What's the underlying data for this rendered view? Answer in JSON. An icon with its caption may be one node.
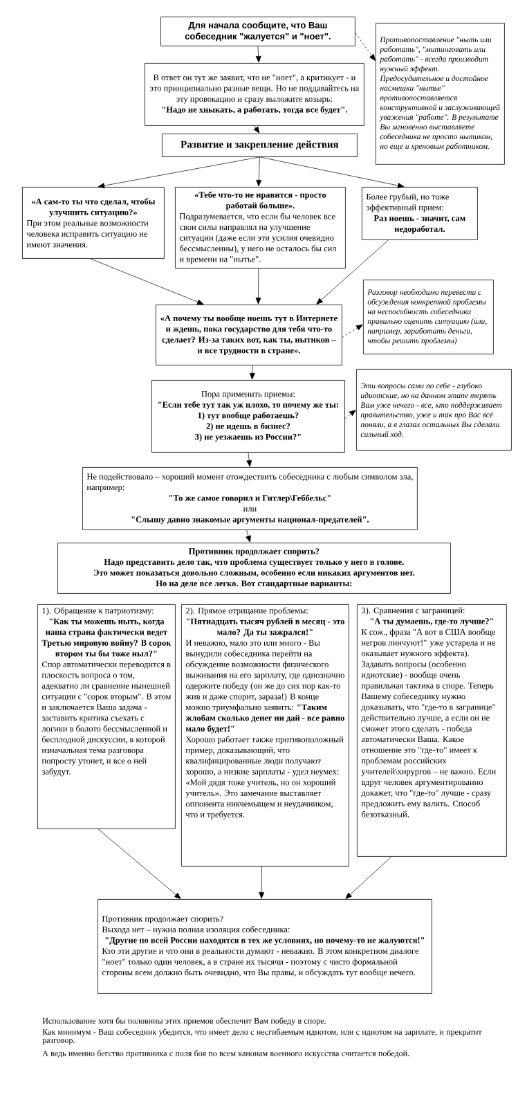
{
  "diagram": {
    "nodes": [
      {
        "text": [
          "Для начала сообщите, что Ваш собеседник \"жалуется\" и \"ноет\"."
        ]
      },
      {
        "text": [
          "Противопоставление \"ныть или работать\", \"митинговать или работать\" - всегда производит нужный эффект. Предосудительное и достойное насмешки \"нытье\" противопоставляется конструктивной и заслуживающей уважения \"работе\". В результате Вы мгновенно выставляете собеседника не просто нытиком, но еще и хреновым работником."
        ]
      },
      {
        "text": [
          "В ответ он тут же заявит, что не \"ноет\", а критикует - и это принципиально разные вещи. Но не поддавайтесь на эту провокацию и сразу выложите козырь:",
          "\"Надо не хныкать, а работать, тогда все будет\"."
        ]
      },
      {
        "text": [
          "Развитие и закрепление действия"
        ]
      },
      {
        "text": [
          "«А сам-то ты что сделал, чтобы улучшить ситуацию?»",
          "При этом реальные возможности человека исправить ситуацию не имеют значения."
        ]
      },
      {
        "text": [
          "«Тебе что-то не нравится - просто работай больше».",
          "Подразумевается, что если бы человек все свои силы направлял на улучшение ситуации (даже если эти усилия очевидно бессмысленны), у него не осталось бы сил и времени на \"нытье\"."
        ]
      },
      {
        "text": [
          "Более грубый, но тоже эффективный прием:",
          "Раз ноешь - значит, сам недоработал."
        ]
      },
      {
        "text": [
          "«А почему ты вообще ноешь тут в Интернете и ждешь, пока государство для тебя что-то сделает? Из-за таких вот, как ты, нытиков – и все трудности в стране»."
        ]
      },
      {
        "text": [
          "Разговор необходимо перевести с обсуждения конкретной проблемы на неспособность собеседника правильно оценить ситуацию (или, например, заработать деньги, чтобы решить проблемы)"
        ]
      },
      {
        "text": [
          "Пора применить приемы:",
          "\"Если тебе тут так уж плохо, то почему же ты:",
          "1) тут вообще работаешь?",
          "2) не идешь в бизнес?",
          "3) не уезжаешь из России?\""
        ]
      },
      {
        "text": [
          "Эти вопросы сами по себе - глубоко идиотские, но на данном этапе терять Вам уже нечего - все, кто поддерживает правительство, уже и так про Вас всё поняли, а в глазах остальных Вы сделали сильный ход."
        ]
      },
      {
        "text": [
          "Не подействовало – хороший момент отождествить собеседника с любым символом зла, например:",
          "\"То же самое говорил и Гитлер\\Геббельс\"",
          "или",
          "\"Слышу давно знакомые аргументы национал-предателей\"."
        ]
      },
      {
        "text": [
          "Противник продолжает спорить?",
          "Надо представить дело так, что проблема существует только у него в голове.",
          "Это может показаться довольно сложным, особенно если никаких аргументов нет.",
          "Но на деле все легко. Вот стандартные варианты:"
        ]
      },
      {
        "text": [
          "1). Обращение к патриотизму:",
          "\"Как ты можешь ныть, когда наша страна фактически ведет Третью мировую войну? В сорок втором ты бы тоже ныл?\"",
          "Спор автоматически переводится в плоскость вопроса о том, адекватно ли сравнение нынешней ситуации с \"сорок вторым\". В этом и заключается Ваша задача - заставить критика съехать с логики в болото бессмысленной и бесплодной дискуссии, в которой изначальная тема разговора попросту утонет, и все о ней забудут."
        ]
      },
      {
        "text": [
          "2). Прямое отрицание проблемы:",
          "\"Пятнадцать тысяч рублей в месяц - это мало? Да ты зажрался!\"",
          "И неважно, мало это или много - Вы вынудили собеседника перейти на обсуждение возможности физического выживания на его зарплату, где однозначно одержите победу (он же до сих пор как-то жив и даже спорит, зараза!) В конце можно триумфально заявить: **\"Таким жлобам сколько денег ни дай - все равно мало будет!\"**",
          "Хорошо работает также противоположный пример, доказывающий, что квалифицированные люди получают хорошо, а низкие зарплаты - удел неумех: «Мой дядя тоже учитель, но он хороший учитель». Это замечание выставляет оппонента никчемыщем и неудачником, что и требуется."
        ]
      },
      {
        "text": [
          "3). Сравнения с заграницей:",
          "\"А ты думаешь, где-то лучше?\"",
          "К сож., фраза \"А вот в США вообще негров линчуют!\" уже устарела и не оказывает нужного эффекта).",
          "Задавать вопросы (особенно идиотские) - вообще очень правильная тактика в споре. Теперь Вашему собеседнику нужно доказывать, что \"где-то в загранице\" действительно лучше, а если он не сможет этого сделать - победа автоматически Ваша. Какое отношение это \"где-то\" имеет к проблемам российских учителей\\хирургов – не важно. Если вдруг человек аргументированно докажет, что \"где-то\" лучше - сразу предложить ему валить. Способ безотказный."
        ]
      },
      {
        "text": [
          "Противник продолжает спорить?",
          "Выхода нет – нужна полная изоляция собеседника:",
          "\"Другие по всей России находятся в тех же условиях, но почему-то не жалуются!\"",
          "Кто эти другие и что они в реальности думают - неважно. В этом конкретном диалоге \"ноет\" только один человек, а в стране их тысячи - поэтому с чисто формальной стороны всем должно быть очевидно, что Вы правы, и обсуждать тут вообще нечего."
        ]
      }
    ],
    "edges": [
      {
        "from": 0,
        "to": 2,
        "arrow": "to"
      },
      {
        "from": 0,
        "to": 1,
        "arrow": "to",
        "style": "dashed"
      },
      {
        "from": 2,
        "to": 3,
        "arrow": "to"
      },
      {
        "from": 3,
        "to": 4,
        "arrow": "to"
      },
      {
        "from": 3,
        "to": 5,
        "arrow": "to"
      },
      {
        "from": 3,
        "to": 6,
        "arrow": "to"
      },
      {
        "from": 4,
        "to": 7,
        "arrow": "to"
      },
      {
        "from": 5,
        "to": 7,
        "arrow": "to"
      },
      {
        "from": 6,
        "to": 7,
        "arrow": "to"
      },
      {
        "from": 7,
        "to": 8,
        "arrow": "to",
        "style": "dashed"
      },
      {
        "from": 7,
        "to": 9,
        "arrow": "to"
      },
      {
        "from": 9,
        "to": 10,
        "arrow": "to",
        "style": "dashed"
      },
      {
        "from": 9,
        "to": 11,
        "arrow": "to"
      },
      {
        "from": 11,
        "to": 12,
        "arrow": "to"
      },
      {
        "from": 13,
        "to": 16,
        "arrow": "to"
      },
      {
        "from": 14,
        "to": 16,
        "arrow": "to"
      },
      {
        "from": 15,
        "to": 16,
        "arrow": "to"
      }
    ],
    "labels": [
      "Использование хотя бы половины этих приемов обеспечит Вам победу в споре.",
      "Как минимум - Ваш собеседник убедится, что имеет дело с несгибаемым идиотом, или с идиотом на зарплате, и прекратит разговор.",
      "А ведь именно бегство противника с поля боя по всем канонам военного искусства считается победой."
    ]
  }
}
